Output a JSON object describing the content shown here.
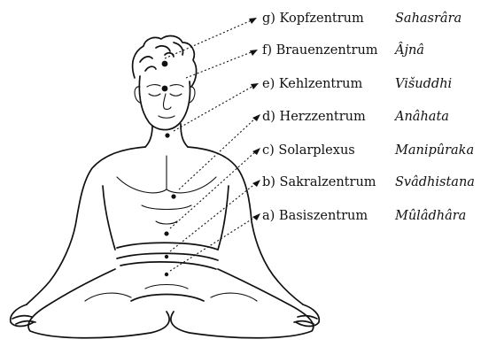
{
  "chakras": [
    {
      "id": "g",
      "label": "g) Kopfzentrum",
      "sanskrit": "Sahasrâra"
    },
    {
      "id": "f",
      "label": "f) Brauenzentrum",
      "sanskrit": "Âjnâ"
    },
    {
      "id": "e",
      "label": "e) Kehlzentrum",
      "sanskrit": "Višuddhi"
    },
    {
      "id": "d",
      "label": "d) Herzzentrum",
      "sanskrit": "Anâhata"
    },
    {
      "id": "c",
      "label": "c) Solarplexus",
      "sanskrit": "Manipûraka"
    },
    {
      "id": "b",
      "label": "b) Sakralzentrum",
      "sanskrit": "Svâdhistana"
    },
    {
      "id": "a",
      "label": "a) Basiszentrum",
      "sanskrit": "Mûlâdhâra"
    }
  ],
  "colors": {
    "ink": "#111111",
    "background": "#ffffff"
  },
  "figure": {
    "icon": "meditating-figure-lotus-pose"
  }
}
